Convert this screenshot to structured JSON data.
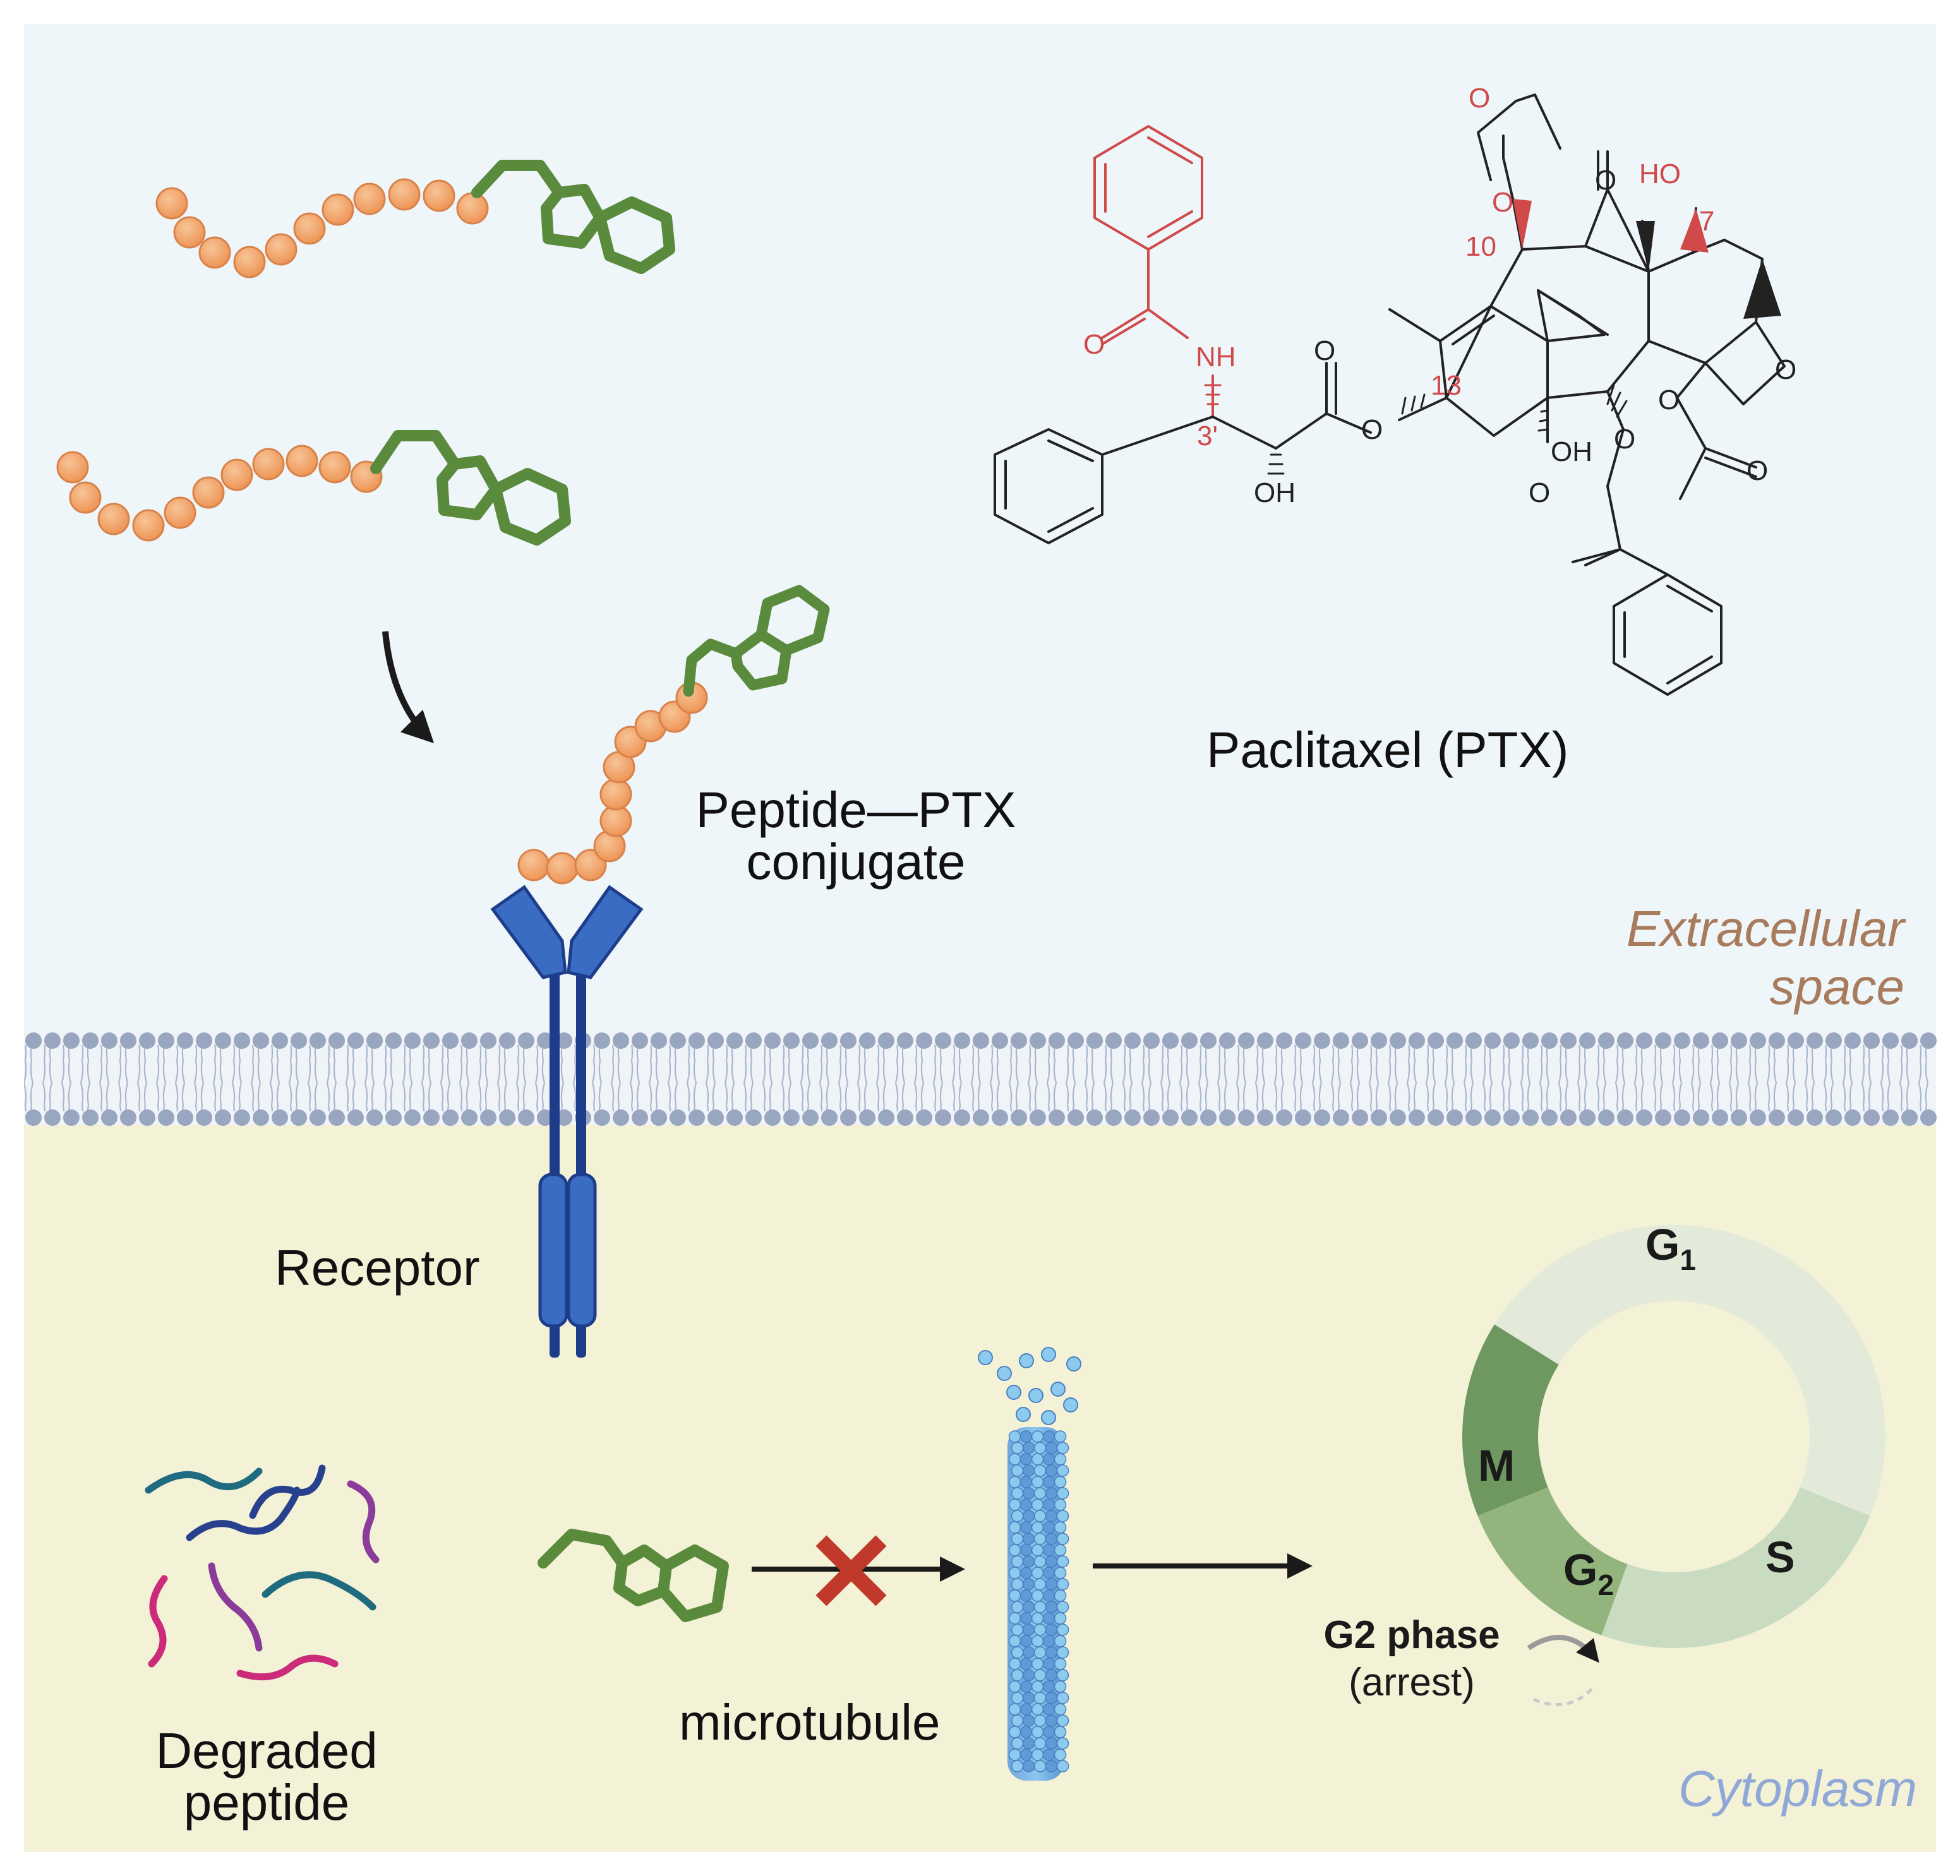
{
  "labels": {
    "paclitaxel": "Paclitaxel (PTX)",
    "conjugate_line1": "Peptide—PTX",
    "conjugate_line2": "conjugate",
    "extracellular_line1": "Extracellular",
    "extracellular_line2": "space",
    "receptor": "Receptor",
    "microtubule": "microtubule",
    "degraded_line1": "Degraded",
    "degraded_line2": "peptide",
    "cytoplasm": "Cytoplasm",
    "g2_phase": "G2 phase",
    "arrest": "(arrest)"
  },
  "cell_cycle": {
    "g1": "G",
    "g1_sub": "1",
    "s": "S",
    "g2": "G",
    "g2_sub": "2",
    "m": "M"
  },
  "molecule_labels": {
    "nh": "NH",
    "three_prime": "3'",
    "oh_side": "OH",
    "c13": "13",
    "c10": "10",
    "c7": "7",
    "ho": "HO",
    "oh_core": "OH",
    "o_ester_1": "O",
    "o_ester_2": "O",
    "o_ketone": "O",
    "o_acetyl_top": "O",
    "o_acetyl_top2": "O",
    "o_amide": "O",
    "o_side_carbonyl": "O",
    "o_oxetane": "O",
    "o_acetyl_right": "O",
    "o_acetyl_right2": "O",
    "o_benzoate": "O",
    "o_benzoate2": "O"
  },
  "colors": {
    "extracellular_bg": "#eef6fa",
    "cytoplasm_bg": "#f3f1d6",
    "membrane_head": "#98a6bf",
    "bead": "#f0a265",
    "bead_stroke": "#d9824a",
    "drug_ring": "#5a8a3c",
    "receptor_blue": "#2f5fb5",
    "receptor_dark": "#1d3d8a",
    "molecule_red": "#d04a4a",
    "g1": "#e3ead9",
    "s": "#c9dcc2",
    "g2": "#93b57d",
    "m": "#6f9760",
    "cross": "#c0392b",
    "extracellular_text": "#a87b5d",
    "cytoplasm_text": "#8fa8d6"
  }
}
